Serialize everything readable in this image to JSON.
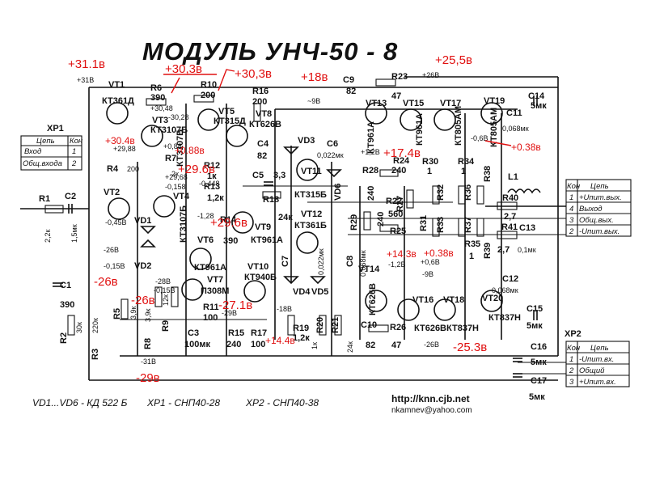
{
  "title": "МОДУЛЬ   УНЧ-50 - 8",
  "footer": {
    "diodes": "VD1...VD6  - КД 522 Б",
    "xp1_conn": "ХР1  - СНП40-28",
    "xp2_conn": "ХР2  - СНП40-38",
    "url": "http://knn.cjb.net",
    "email": "nkamnev@yahoo.com"
  },
  "xp1": {
    "name": "ХР1",
    "header": [
      "Цепь",
      "Кон"
    ],
    "rows": [
      [
        "Вход",
        "1"
      ],
      [
        "Общ.входа",
        "2"
      ]
    ]
  },
  "out_table": {
    "header": [
      "Кон",
      "Цепь"
    ],
    "rows": [
      [
        "1",
        "+Uпит.вых."
      ],
      [
        "4",
        "Выход"
      ],
      [
        "3",
        "Общ.вых."
      ],
      [
        "2",
        "-Uпит.вых."
      ]
    ]
  },
  "xp2": {
    "name": "ХР2",
    "header": [
      "Кон",
      "Цепь"
    ],
    "rows": [
      [
        "1",
        "-Uпит.вх."
      ],
      [
        "2",
        "Общий"
      ],
      [
        "3",
        "+Uпит.вх."
      ]
    ]
  },
  "transistors": [
    {
      "ref": "VT1",
      "type": "КТ361Д"
    },
    {
      "ref": "VT2",
      "type": "КТ3107Б"
    },
    {
      "ref": "VT3",
      "type": "КТ3107Б"
    },
    {
      "ref": "VT4",
      "type": "КТ3107Б"
    },
    {
      "ref": "VT5",
      "type": "КТ315Д"
    },
    {
      "ref": "VT6",
      "type": "КТ961А"
    },
    {
      "ref": "VT7",
      "type": "П308М"
    },
    {
      "ref": "VT8",
      "type": "КТ626В"
    },
    {
      "ref": "VT9",
      "type": "КТ961А"
    },
    {
      "ref": "VT10",
      "type": "КТ940Б"
    },
    {
      "ref": "VT11",
      "type": "КТ315Б"
    },
    {
      "ref": "VT12",
      "type": "КТ361Б"
    },
    {
      "ref": "VT13",
      "type": "КТ961А"
    },
    {
      "ref": "VT14",
      "type": "КТ626В"
    },
    {
      "ref": "VT15",
      "type": "КТ961А"
    },
    {
      "ref": "VT16",
      "type": "КТ626В"
    },
    {
      "ref": "VT17",
      "type": "КТ805АМ"
    },
    {
      "ref": "VT18",
      "type": "КТ837Н"
    },
    {
      "ref": "VT19",
      "type": "КТ805АМ"
    },
    {
      "ref": "VT20",
      "type": "КТ837Н"
    }
  ],
  "components": [
    {
      "ref": "R1",
      "value": "2,2к"
    },
    {
      "ref": "C2",
      "value": "1,5мк"
    },
    {
      "ref": "C1",
      "value": "390"
    },
    {
      "ref": "R2",
      "value": "30к"
    },
    {
      "ref": "R3",
      "value": "220к"
    },
    {
      "ref": "R4",
      "value": "200"
    },
    {
      "ref": "R5",
      "value": "3,9к"
    },
    {
      "ref": "R6",
      "value": "390"
    },
    {
      "ref": "R7",
      "value": "2к"
    },
    {
      "ref": "R8",
      "value": "3,9к"
    },
    {
      "ref": "R9",
      "value": "12к"
    },
    {
      "ref": "R10",
      "value": "200"
    },
    {
      "ref": "R11",
      "value": "100"
    },
    {
      "ref": "R12",
      "value": "1к"
    },
    {
      "ref": "R13",
      "value": "1,2к"
    },
    {
      "ref": "R14",
      "value": "390"
    },
    {
      "ref": "R15",
      "value": "240"
    },
    {
      "ref": "R16",
      "value": "200"
    },
    {
      "ref": "R17",
      "value": "100"
    },
    {
      "ref": "R18",
      "value": "24к"
    },
    {
      "ref": "R19",
      "value": "1,2к"
    },
    {
      "ref": "R20",
      "value": "1к"
    },
    {
      "ref": "R21",
      "value": "24к"
    },
    {
      "ref": "R22",
      "value": "560"
    },
    {
      "ref": "R23",
      "value": "47"
    },
    {
      "ref": "R24",
      "value": "240"
    },
    {
      "ref": "R25",
      "value": "240"
    },
    {
      "ref": "R26",
      "value": "47"
    },
    {
      "ref": "R28",
      "value": "240"
    },
    {
      "ref": "R30",
      "value": "1"
    },
    {
      "ref": "R34",
      "value": "1"
    },
    {
      "ref": "R35",
      "value": "1"
    },
    {
      "ref": "R40",
      "value": "2,7"
    },
    {
      "ref": "R41",
      "value": "2,7"
    },
    {
      "ref": "C3",
      "value": "100мк"
    },
    {
      "ref": "C4",
      "value": "82"
    },
    {
      "ref": "C5",
      "value": "3,3"
    },
    {
      "ref": "C6",
      "value": "0,022мк"
    },
    {
      "ref": "C7",
      "value": "0,022мк"
    },
    {
      "ref": "C8",
      "value": "0,068мк"
    },
    {
      "ref": "C9",
      "value": "82"
    },
    {
      "ref": "C10",
      "value": "82"
    },
    {
      "ref": "C11",
      "value": "0,068мк"
    },
    {
      "ref": "C12",
      "value": "0,068мк"
    },
    {
      "ref": "C13",
      "value": "0,1мк"
    },
    {
      "ref": "C14",
      "value": "5мк"
    },
    {
      "ref": "C15",
      "value": "5мк"
    },
    {
      "ref": "C16",
      "value": "5мк"
    },
    {
      "ref": "C17",
      "value": "5мк"
    },
    {
      "ref": "L1",
      "value": ""
    }
  ],
  "misc_labels": {
    "vd1": "VD1",
    "vd2": "VD2",
    "vd3": "VD3",
    "vd4": "VD4",
    "vd5": "VD5",
    "vd6": "VD6",
    "r27": "R27",
    "r29": "R29",
    "r31": "R31",
    "r32": "R32",
    "r33": "R33",
    "r36": "R36",
    "r37": "R37",
    "r38": "R38",
    "r39": "R39",
    "v_p31": "+31В",
    "v_p268": "+26В",
    "v_m318": "-31В",
    "v_m26": "-26В",
    "v_m9": "~9В",
    "v_m9b": "-9В",
    "v_m26b": "-26В",
    "v_p3048": "+30,48",
    "v_m3028": "-30,28",
    "v_p2988": "+29,88",
    "v_p088": "+0,88",
    "v_m045": "-0,45В",
    "v_m015": "-0,15В",
    "v_m015b": "-0,15В",
    "v_m28": "-28В",
    "v_p2968": "+29,68",
    "v_m0158": "-0,158",
    "v_m0448": "-0,448",
    "v_m128": "-1,28",
    "v_p128": "+1,2В",
    "v_m06": "-0,6В",
    "v_p06": "+0,6В",
    "v_m298": "-29В",
    "v_m18": "-18В",
    "v_p12": "-1,2В"
  },
  "annotations": [
    "+31.1в",
    "+30,3в",
    "+30,3в",
    "+18в",
    "+25,5в",
    "+30.4в",
    "+0.88в",
    "+29.6в",
    "+17.4в",
    "+0.38в",
    "-26в",
    "-26в",
    "-27.1в",
    "+14.4в",
    "+14.3в",
    "+0.38в",
    "-25.3в",
    "-29в"
  ]
}
